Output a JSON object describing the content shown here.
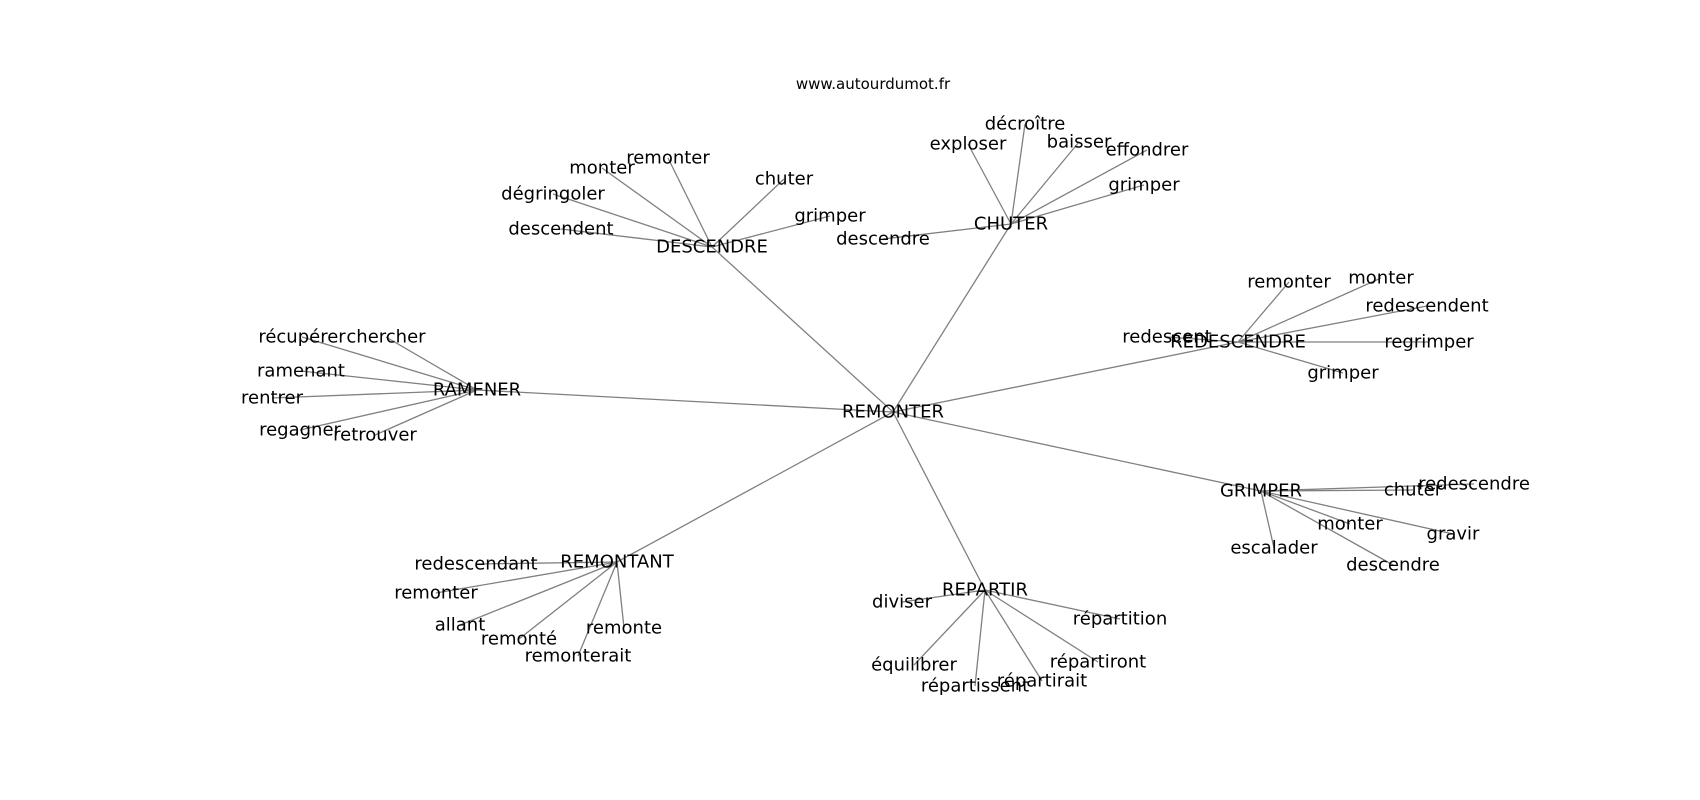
{
  "site_label": "www.autourdumot.fr",
  "colors": {
    "edge": "#808080",
    "text": "#000000",
    "background": "#ffffff"
  },
  "graph": {
    "center": "REMONTER",
    "clusters": [
      {
        "hub": "DESCENDRE",
        "leaves": [
          "monter",
          "remonter",
          "chuter",
          "dégringoler",
          "descendent",
          "grimper"
        ]
      },
      {
        "hub": "CHUTER",
        "leaves": [
          "décroître",
          "exploser",
          "baisser",
          "effondrer",
          "grimper",
          "descendre"
        ]
      },
      {
        "hub": "REDESCENDRE",
        "leaves": [
          "remonter",
          "monter",
          "redescendent",
          "redescent",
          "regrimper",
          "grimper"
        ]
      },
      {
        "hub": "RAMENER",
        "leaves": [
          "récupérer",
          "chercher",
          "ramenant",
          "rentrer",
          "regagner",
          "retrouver"
        ]
      },
      {
        "hub": "GRIMPER",
        "leaves": [
          "redescendre",
          "chuter",
          "monter",
          "gravir",
          "escalader",
          "descendre"
        ]
      },
      {
        "hub": "REMONTANT",
        "leaves": [
          "redescendant",
          "remonter",
          "allant",
          "remonté",
          "remonte",
          "remonterait"
        ]
      },
      {
        "hub": "REPARTIR",
        "leaves": [
          "diviser",
          "répartition",
          "répartiront",
          "équilibrer",
          "répartissent",
          "répartirait"
        ]
      }
    ]
  }
}
